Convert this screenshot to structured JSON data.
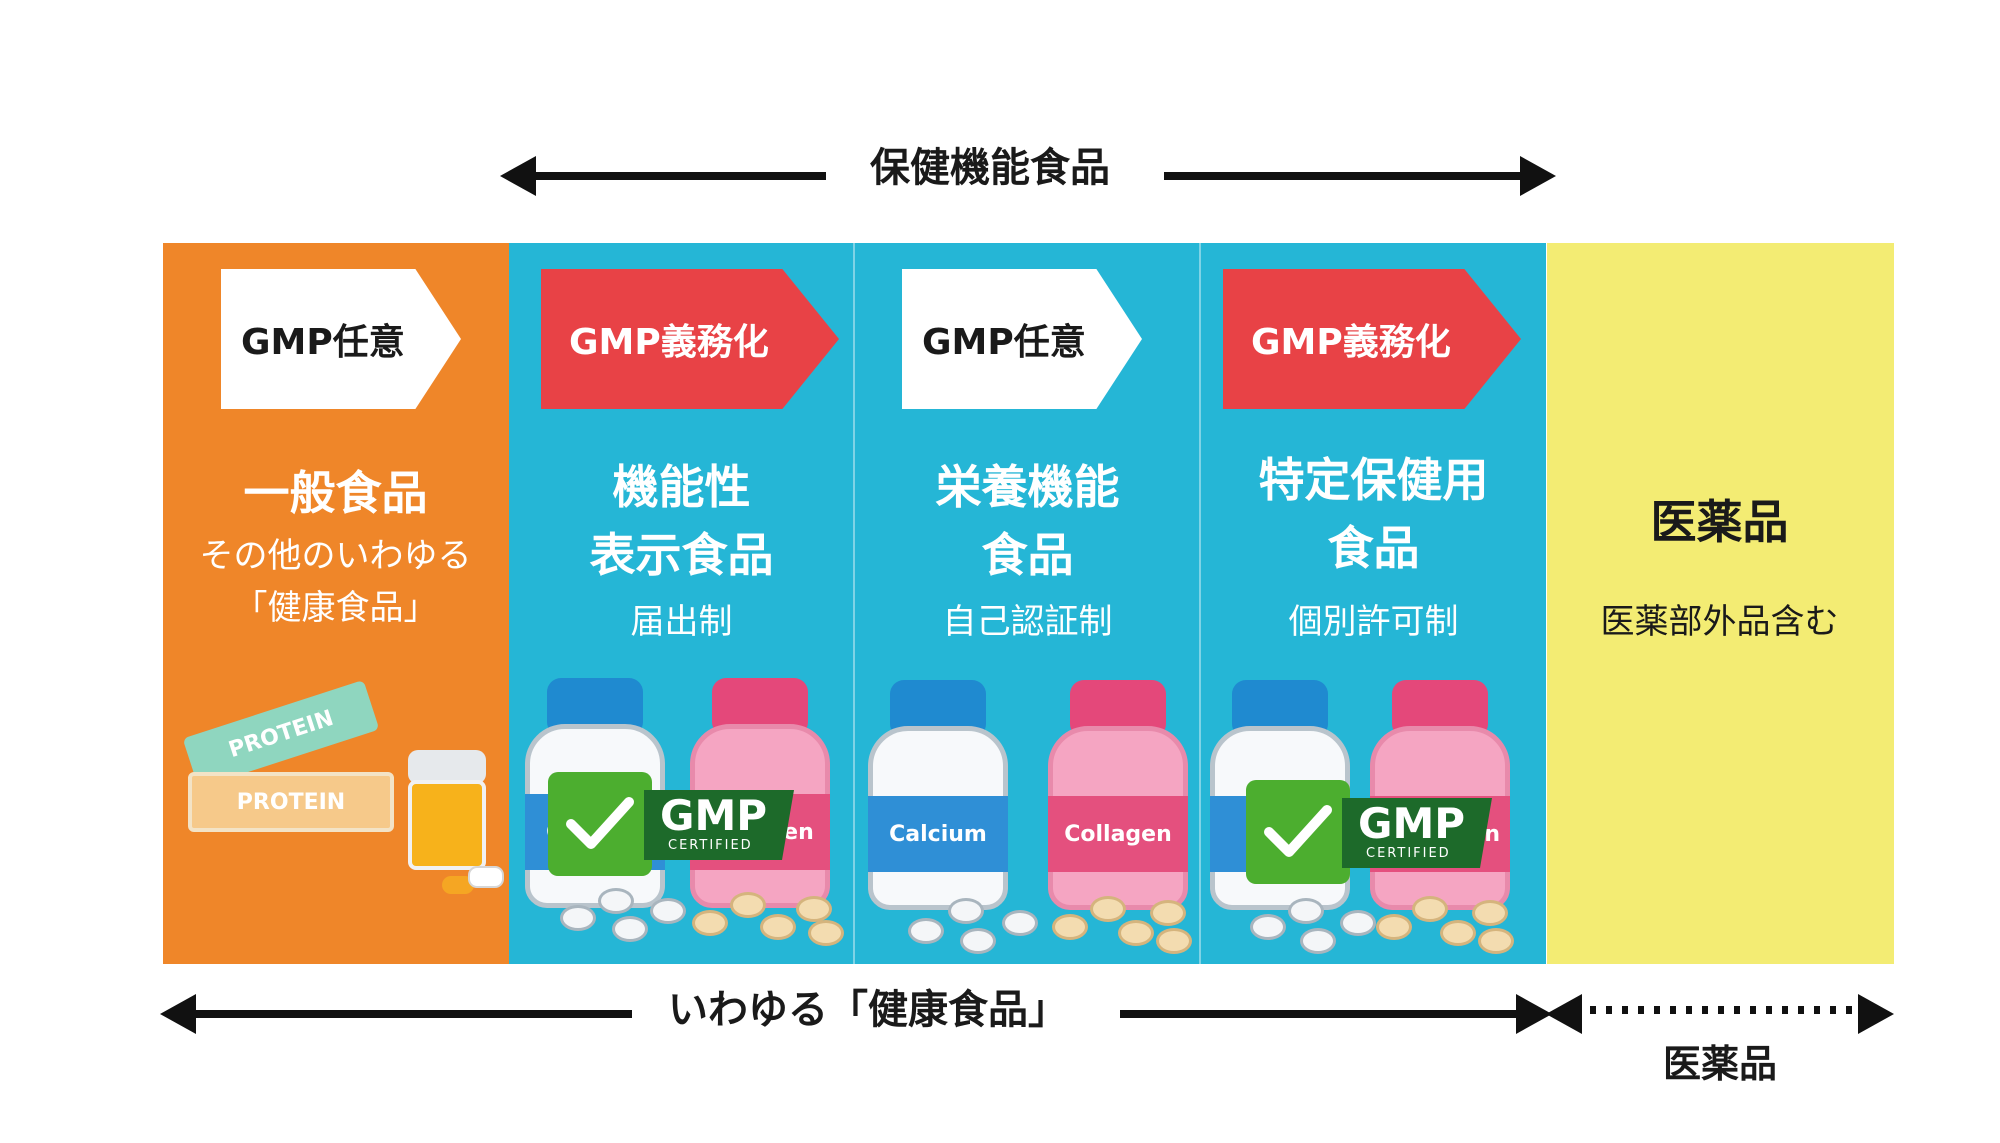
{
  "top_label": "保健機能食品",
  "colors": {
    "orange": "#ef8629",
    "blue": "#25b6d6",
    "yellow": "#f3ec73",
    "red_tag": "#e84246",
    "white_tag": "#ffffff"
  },
  "columns": [
    {
      "tag": "GMP任意",
      "title_lines": [
        "一般食品"
      ],
      "sub_lines": [
        "その他のいわゆる",
        "「健康食品」"
      ]
    },
    {
      "tag": "GMP義務化",
      "title_lines": [
        "機能性",
        "表示食品"
      ],
      "sub_lines": [
        "届出制"
      ]
    },
    {
      "tag": "GMP任意",
      "title_lines": [
        "栄養機能",
        "食品"
      ],
      "sub_lines": [
        "自己認証制"
      ]
    },
    {
      "tag": "GMP義務化",
      "title_lines": [
        "特定保健用",
        "食品"
      ],
      "sub_lines": [
        "個別許可制"
      ]
    },
    {
      "tag": "",
      "title_lines": [
        "医薬品"
      ],
      "sub_lines": [
        "医薬部外品含む"
      ]
    }
  ],
  "illustrations": {
    "protein_bar": "PROTEIN",
    "calcium": "Calcium",
    "collagen": "Collagen",
    "calcium_partial": "Ca",
    "collagen_partial": "en",
    "gmp_badge": {
      "text": "GMP",
      "subtext": "CERTIFIED"
    }
  },
  "bottom_labels": {
    "health_food": "いわゆる「健康食品」",
    "pharma": "医薬品"
  }
}
